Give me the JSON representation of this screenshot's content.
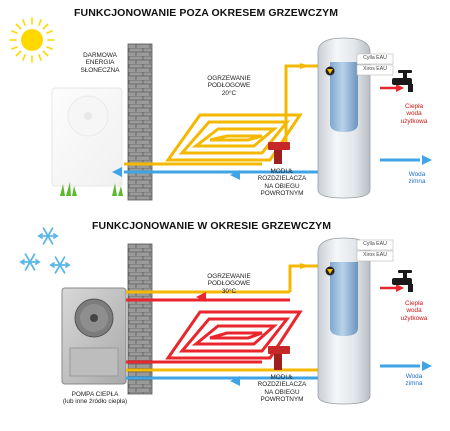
{
  "top": {
    "title": "FUNKCJONOWANIE POZA OKRESEM GRZEWCZYM",
    "source_line1": "DARMOWA",
    "source_line2": "ENERGIA",
    "source_line3": "SŁONECZNA",
    "floor_line1": "OGRZEWANIE",
    "floor_line2": "PODŁOGOWE",
    "floor_temp": "20°C",
    "module_line1": "MODUŁ",
    "module_line2": "ROZDZIELACZA",
    "module_line3": "NA OBIEGU",
    "module_line4": "POWROTNYM",
    "tank_tag1": "Cylla EAU",
    "tank_tag2": "Xiros EAU",
    "hot_line1": "Ciepła",
    "hot_line2": "woda",
    "hot_line3": "użytkowa",
    "cold_line1": "Woda",
    "cold_line2": "zimna"
  },
  "bottom": {
    "title": "FUNKCJONOWANIE W OKRESIE GRZEWCZYM",
    "source_line1": "POMPA CIEPŁA",
    "source_line2": "(lub inne źródło ciepła)",
    "floor_line1": "OGRZEWANIE",
    "floor_line2": "PODŁOGOWE",
    "floor_temp": "30°C",
    "module_line1": "MODUŁ",
    "module_line2": "ROZDZIELACZA",
    "module_line3": "NA OBIEGU",
    "module_line4": "POWROTNYM",
    "tank_tag1": "Cylla EAU",
    "tank_tag2": "Xiros EAU",
    "hot_line1": "Ciepła",
    "hot_line2": "woda",
    "hot_line3": "użytkowa",
    "cold_line1": "Woda",
    "cold_line2": "zimna"
  },
  "colors": {
    "hot_pipe": "#f5b800",
    "cold_pipe": "#3fa4e6",
    "heating_pipe": "#e8262b",
    "wall": "#8a8a8a",
    "tank": "#dfe3e8",
    "sun": "#ffd800",
    "snow": "#5ab7e8",
    "grass": "#5cb82e"
  },
  "icons": [
    "sun-icon",
    "snowflake-icon",
    "brick-wall",
    "heat-pump-unit",
    "water-tank",
    "tap-icon",
    "pump-icon",
    "valve-icon"
  ]
}
